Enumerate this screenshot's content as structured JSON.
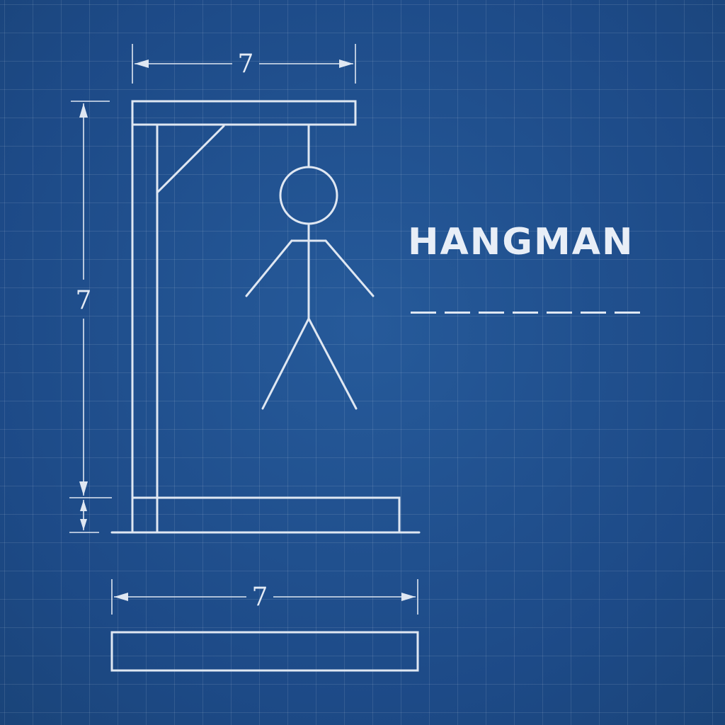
{
  "game": {
    "title": "HANGMAN",
    "word_length": 7,
    "wrong_guesses_shown": 6,
    "colors": {
      "background": "#1e4e8c",
      "ink": "#dfe7f2"
    }
  },
  "dimensions": {
    "top_width": "7",
    "height": "7",
    "base_width": "7"
  }
}
